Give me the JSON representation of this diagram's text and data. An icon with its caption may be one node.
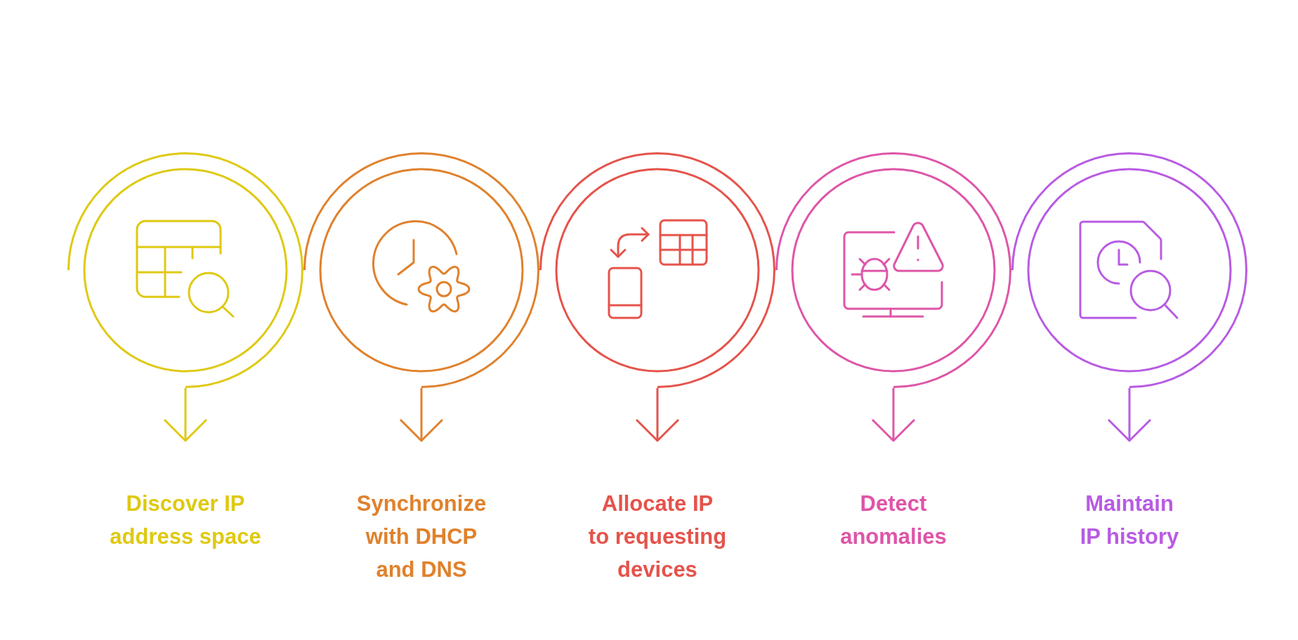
{
  "diagram": {
    "nodes": [
      {
        "text": [],
        "shape": "circle"
      },
      {
        "text": [],
        "shape": "circle"
      },
      {
        "text": [],
        "shape": "circle"
      },
      {
        "text": [],
        "shape": "circle"
      },
      {
        "text": [],
        "shape": "circle"
      },
      {
        "text": [
          "Discover IP address space"
        ]
      },
      {
        "text": [
          "Synchronize with DHCP and DNS"
        ]
      },
      {
        "text": [
          "Allocate IP to requesting devices"
        ]
      },
      {
        "text": [
          "Detect anomalies"
        ]
      },
      {
        "text": [
          "Maintain IP history"
        ]
      }
    ],
    "edges": [
      {
        "from": 0,
        "to": 5,
        "arrow": "to",
        "color": "#dfc912"
      },
      {
        "from": 1,
        "to": 6,
        "arrow": "to",
        "color": "#e0812c"
      },
      {
        "from": 2,
        "to": 7,
        "arrow": "to",
        "color": "#e5534b"
      },
      {
        "from": 3,
        "to": 8,
        "arrow": "to",
        "color": "#de55a8"
      },
      {
        "from": 4,
        "to": 9,
        "arrow": "to",
        "color": "#b85be3"
      }
    ]
  }
}
